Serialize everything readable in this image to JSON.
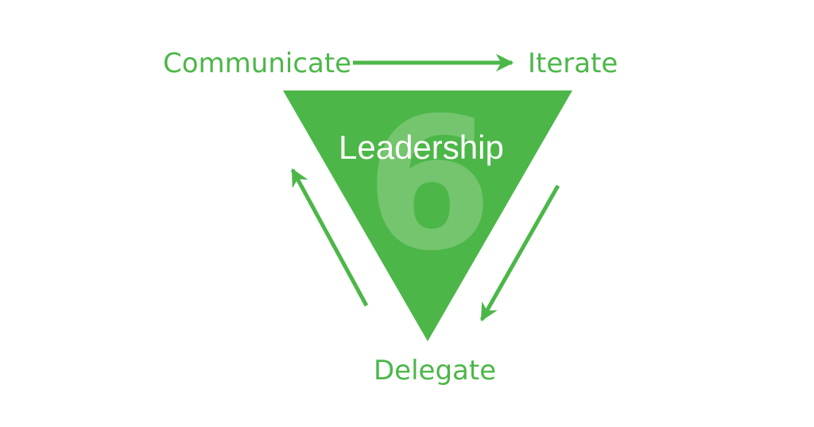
{
  "labels": {
    "communicate": "Communicate",
    "iterate": "Iterate",
    "delegate": "Delegate",
    "center": "Leadership",
    "numeral": "6"
  },
  "colors": {
    "green": "#4cb748",
    "numeral": "#74c56e",
    "center_text": "#ffffff",
    "background": "#ffffff"
  }
}
